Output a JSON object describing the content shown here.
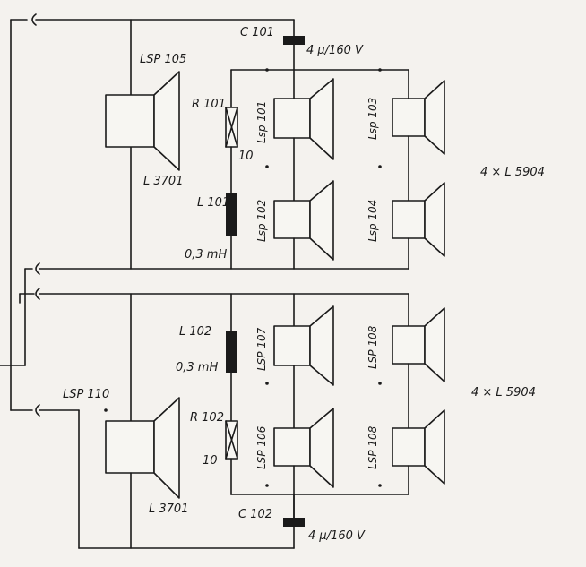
{
  "labels": {
    "c101": "C 101",
    "c101_value": "4 µ/160 V",
    "lsp105": "LSP 105",
    "lsp105_type": "L 3701",
    "r101": "R 101",
    "r101_value": "10",
    "l101": "L 101",
    "l101_value": "0,3 mH",
    "lsp101": "Lsp 101",
    "lsp102": "Lsp 102",
    "lsp103": "Lsp 103",
    "lsp104": "Lsp 104",
    "group_top_type": "4 × L 5904",
    "l102": "L 102",
    "l102_value": "0,3 mH",
    "lsp107": "LSP 107",
    "lsp106": "LSP 106",
    "lsp108a": "LSP 108",
    "lsp108b": "LSP 108",
    "r102": "R 102",
    "r102_value": "10",
    "lsp110": "LSP 110",
    "lsp110_type": "L 3701",
    "c102": "C 102",
    "c102_value": "4 µ/160 V",
    "group_bottom_type": "4 × L 5904"
  }
}
